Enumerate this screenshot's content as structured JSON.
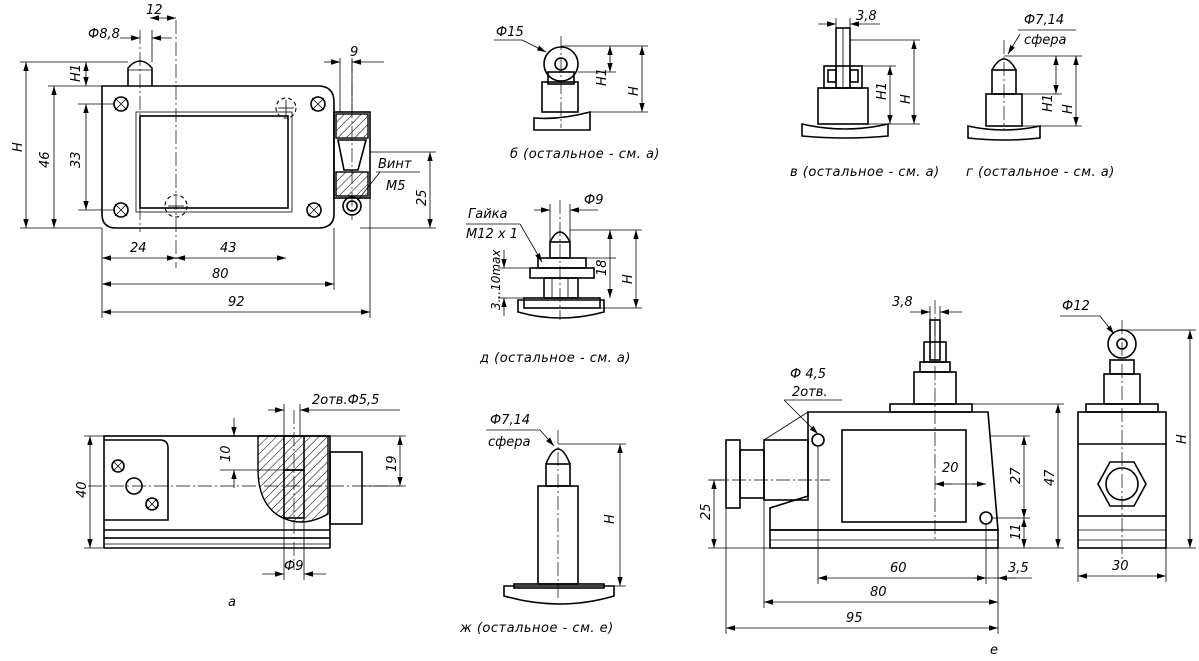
{
  "views": {
    "a": {
      "caption": "а",
      "top": {
        "dims": {
          "d_pin": "Ф8,8",
          "w12": "12",
          "w9": "9",
          "h_H": "H",
          "h46": "46",
          "h33": "33",
          "h_H1": "H1",
          "w24": "24",
          "w43": "43",
          "w80": "80",
          "w92": "92",
          "h25": "25"
        },
        "screw_label_line1": "Винт",
        "screw_label_line2": "М5"
      },
      "front": {
        "dims": {
          "holes": "2отв.Ф5,5",
          "h10": "10",
          "h19": "19",
          "h40": "40",
          "d9": "Ф9"
        }
      }
    },
    "b": {
      "caption": "б (остальное - см. а)",
      "dims": {
        "d15": "Ф15",
        "h_H1": "H1",
        "h_H": "H"
      }
    },
    "v": {
      "caption": "в (остальное - см. а)",
      "dims": {
        "w38": "3,8",
        "h_H1": "H1",
        "h_H": "H"
      }
    },
    "g": {
      "caption": "г (остальное - см. а)",
      "dims": {
        "d714": "Ф7,14",
        "sphere": "сфера",
        "h_H1": "H1",
        "h_H": "H"
      }
    },
    "d": {
      "caption": "д (остальное - см. а)",
      "nut_line1": "Гайка",
      "nut_line2": "М12 х 1",
      "dims": {
        "d9": "Ф9",
        "h3": "3...10max",
        "h18": "18",
        "h_H": "H"
      }
    },
    "zh": {
      "caption": "ж (остальное - см. е)",
      "dims": {
        "d714": "Ф7,14",
        "sphere": "сфера",
        "h_H": "H"
      }
    },
    "e": {
      "caption": "е",
      "dims": {
        "w38": "3,8",
        "holes_line1": "Ф 4,5",
        "holes_line2": "2отв.",
        "w20": "20",
        "h27": "27",
        "h47": "47",
        "h25": "25",
        "h11": "11",
        "w60": "60",
        "w35": "3,5",
        "w80": "80",
        "w95": "95",
        "d12": "Ф12",
        "h_H": "H",
        "w30": "30"
      }
    }
  }
}
